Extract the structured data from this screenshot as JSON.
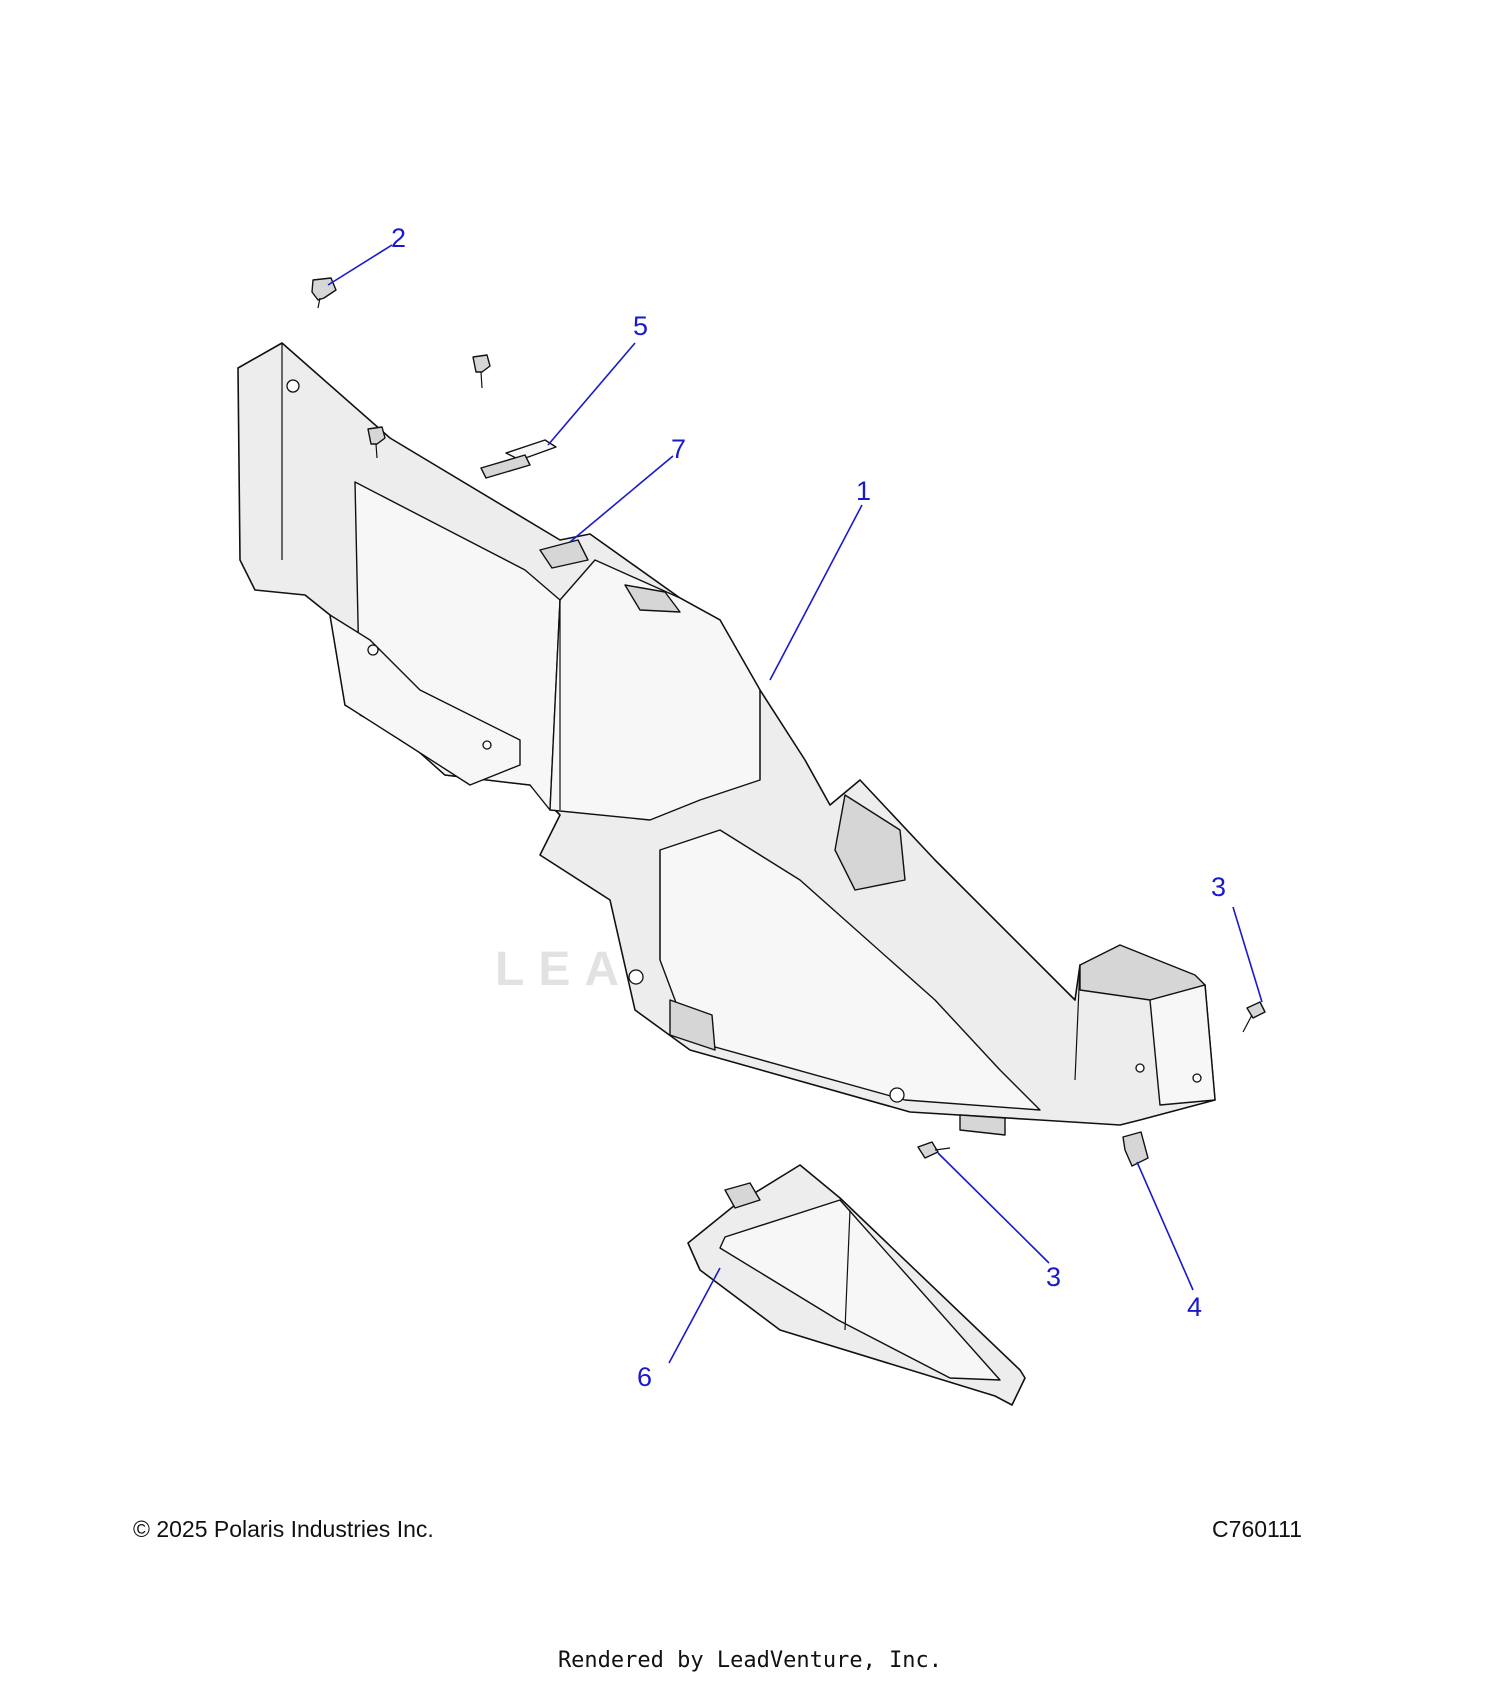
{
  "callouts": [
    {
      "id": "callout-1",
      "label": "1"
    },
    {
      "id": "callout-2",
      "label": "2"
    },
    {
      "id": "callout-3a",
      "label": "3"
    },
    {
      "id": "callout-3b",
      "label": "3"
    },
    {
      "id": "callout-4",
      "label": "4"
    },
    {
      "id": "callout-5",
      "label": "5"
    },
    {
      "id": "callout-6",
      "label": "6"
    },
    {
      "id": "callout-7",
      "label": "7"
    }
  ],
  "watermark": "LEADVENTURE",
  "footer": {
    "copyright": "© 2025 Polaris Industries Inc.",
    "diagram_code": "C760111",
    "rendered_by": "Rendered by LeadVenture, Inc."
  },
  "colors": {
    "callout": "#1a1acc",
    "part_fill": "#ededed",
    "outline": "#111111"
  }
}
